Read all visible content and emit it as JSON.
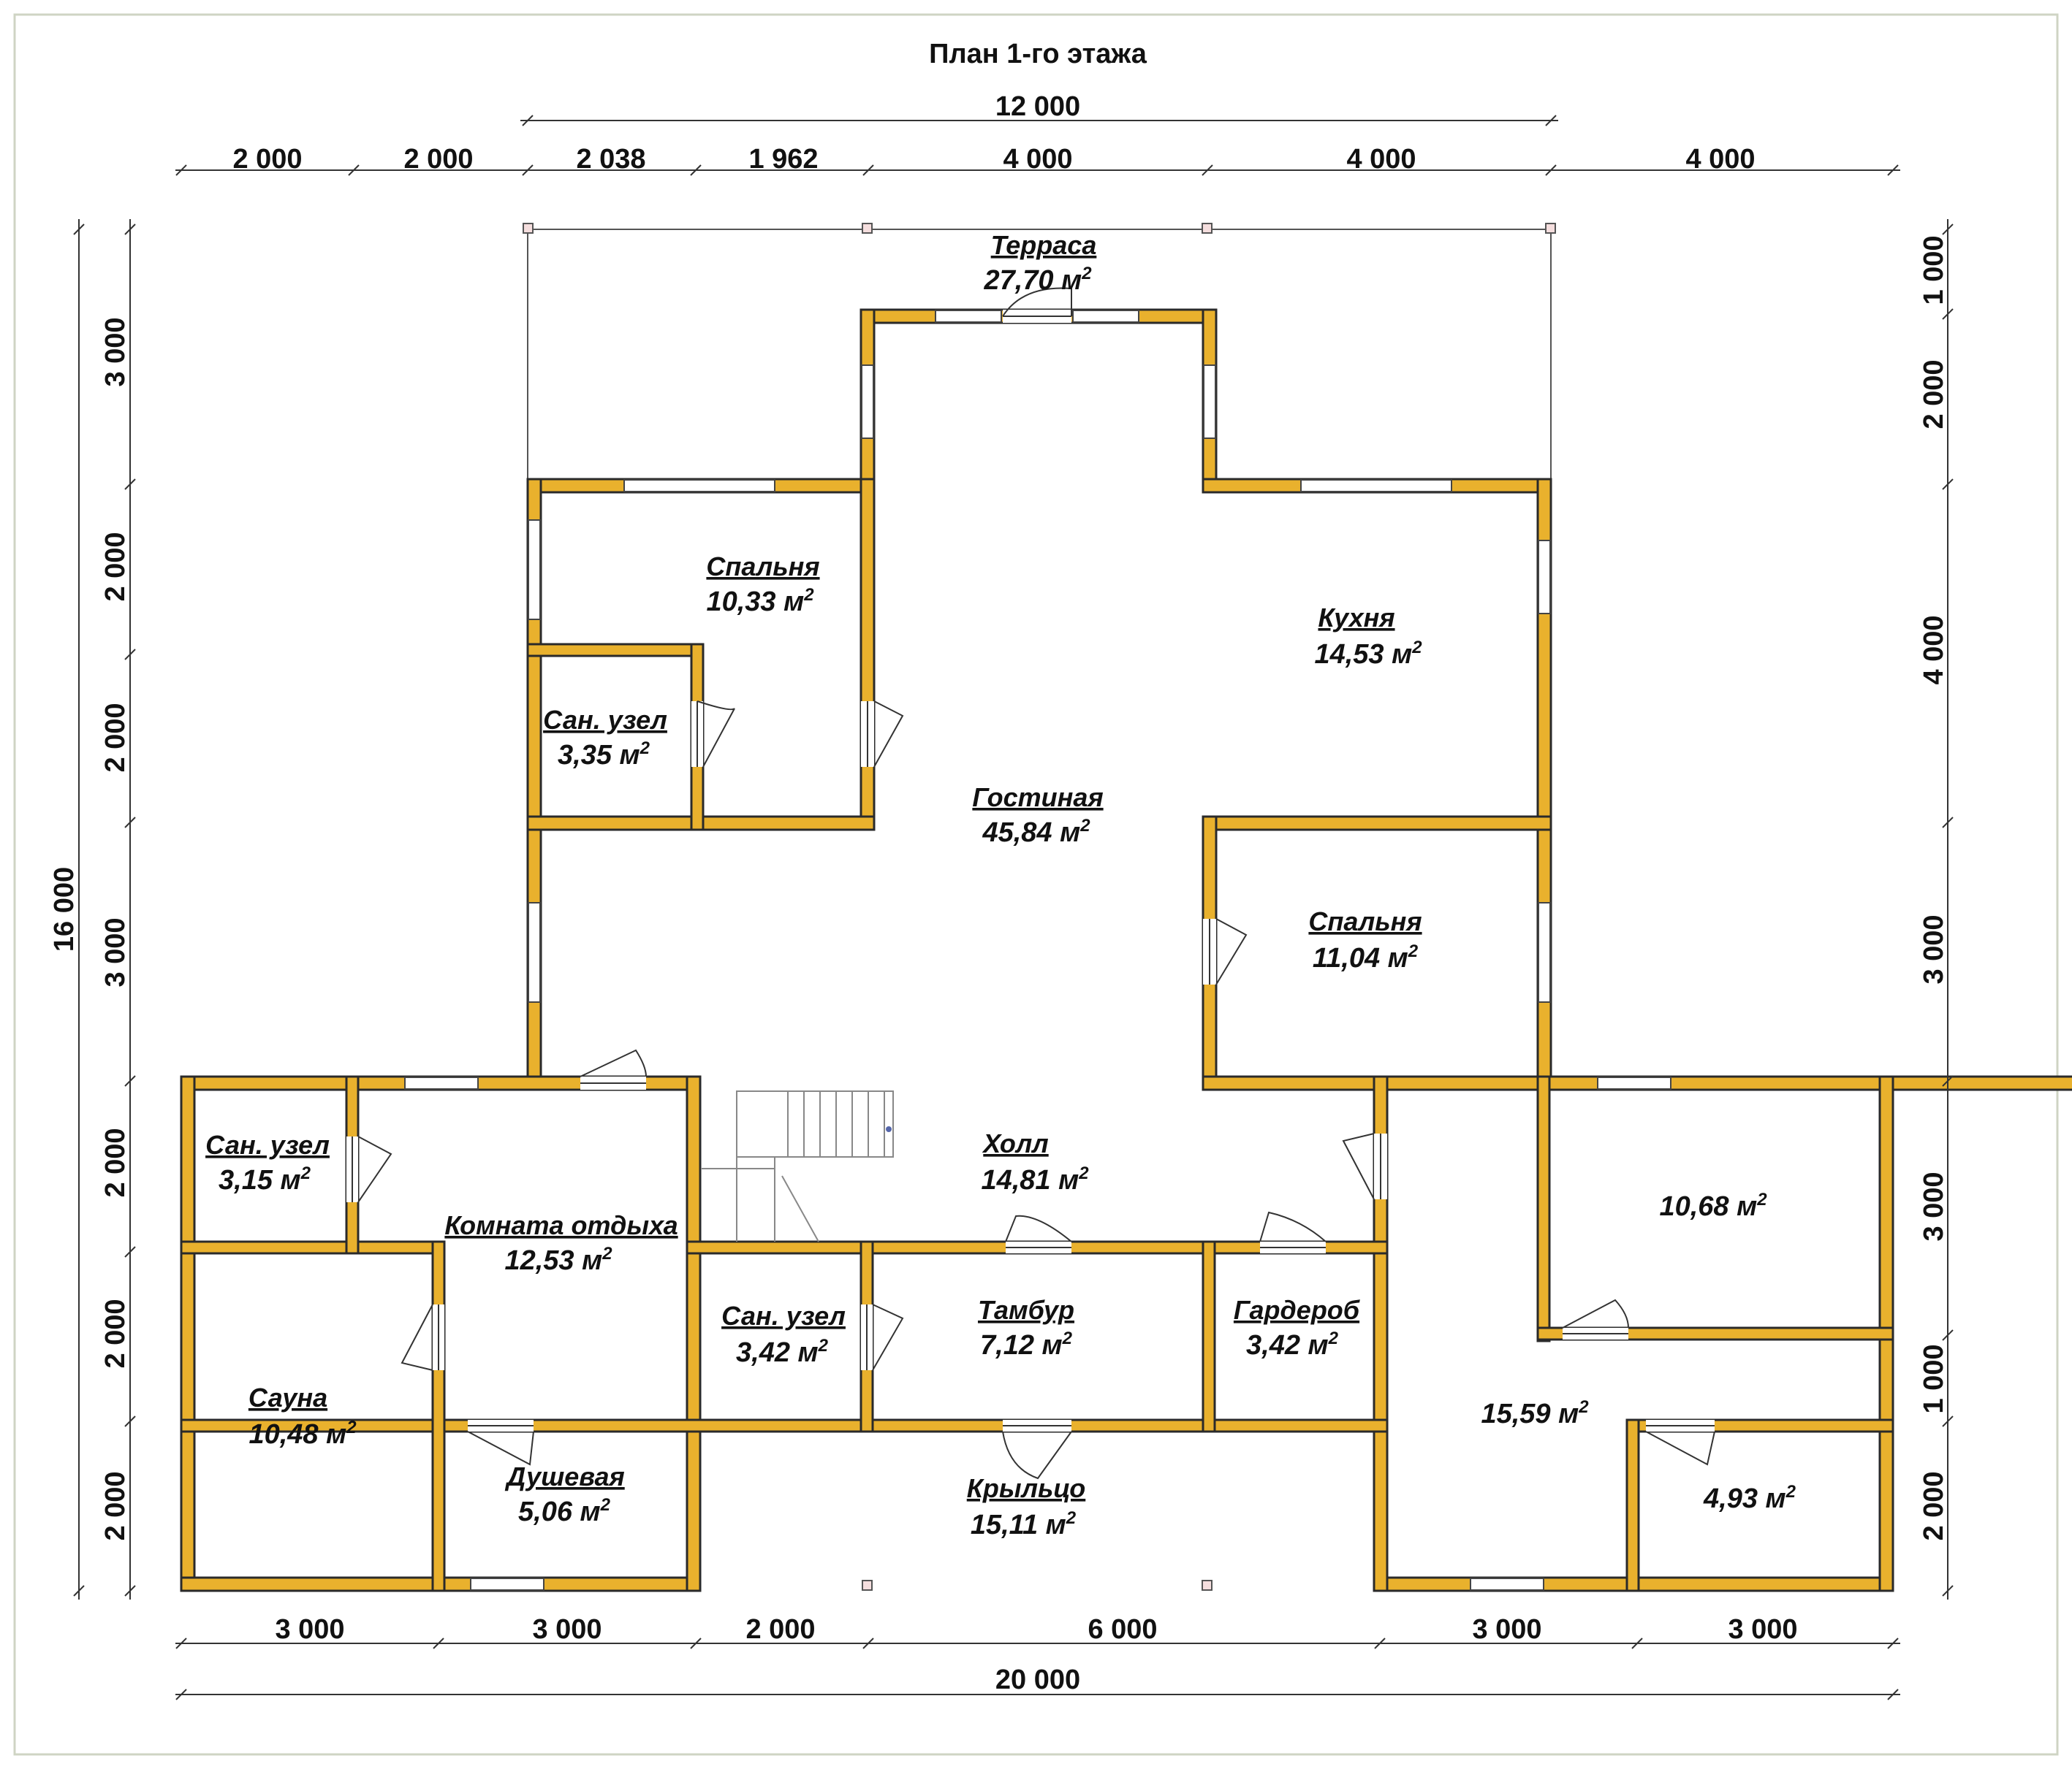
{
  "title": "План 1-го этажа",
  "dimensions": {
    "top_total": "12 000",
    "top": [
      "2 000",
      "2 000",
      "2 038",
      "1 962",
      "4 000",
      "4 000",
      "4 000"
    ],
    "bottom": [
      "3 000",
      "3 000",
      "2 000",
      "6 000",
      "3 000",
      "3 000"
    ],
    "bottom_total": "20 000",
    "left_total": "16 000",
    "left": [
      "3 000",
      "2 000",
      "2 000",
      "3 000",
      "2 000",
      "2 000",
      "2 000"
    ],
    "right": [
      "1 000",
      "2 000",
      "4 000",
      "3 000",
      "3 000",
      "1 000",
      "2 000"
    ]
  },
  "rooms": {
    "terrace": {
      "name": "Терраса",
      "area": "27,70 м"
    },
    "bedroom1": {
      "name": "Спальня",
      "area": "10,33 м"
    },
    "wc1": {
      "name": "Сан. узел",
      "area": "3,35 м"
    },
    "kitchen": {
      "name": "Кухня",
      "area": "14,53 м"
    },
    "living": {
      "name": "Гостиная",
      "area": "45,84 м"
    },
    "bedroom2": {
      "name": "Спальня",
      "area": "11,04 м"
    },
    "wc2": {
      "name": "Сан. узел",
      "area": "3,15 м"
    },
    "rest": {
      "name": "Комната отдыха",
      "area": "12,53 м"
    },
    "hall": {
      "name": "Холл",
      "area": "14,81 м"
    },
    "room_r1": {
      "area": "10,68 м"
    },
    "sauna": {
      "name": "Сауна",
      "area": "10,48 м"
    },
    "wc3": {
      "name": "Сан. узел",
      "area": "3,42 м"
    },
    "vestibule": {
      "name": "Тамбур",
      "area": "7,12 м"
    },
    "wardrobe": {
      "name": "Гардероб",
      "area": "3,42 м"
    },
    "room_r2": {
      "area": "15,59 м"
    },
    "shower": {
      "name": "Душевая",
      "area": "5,06 м"
    },
    "porch": {
      "name": "Крыльцо",
      "area": "15,11 м"
    },
    "room_r3": {
      "area": "4,93 м"
    }
  },
  "area_superscript": "2",
  "colors": {
    "wall": "#e9b12d",
    "wall_outline": "#2a2a2a",
    "background": "#ffffff"
  }
}
